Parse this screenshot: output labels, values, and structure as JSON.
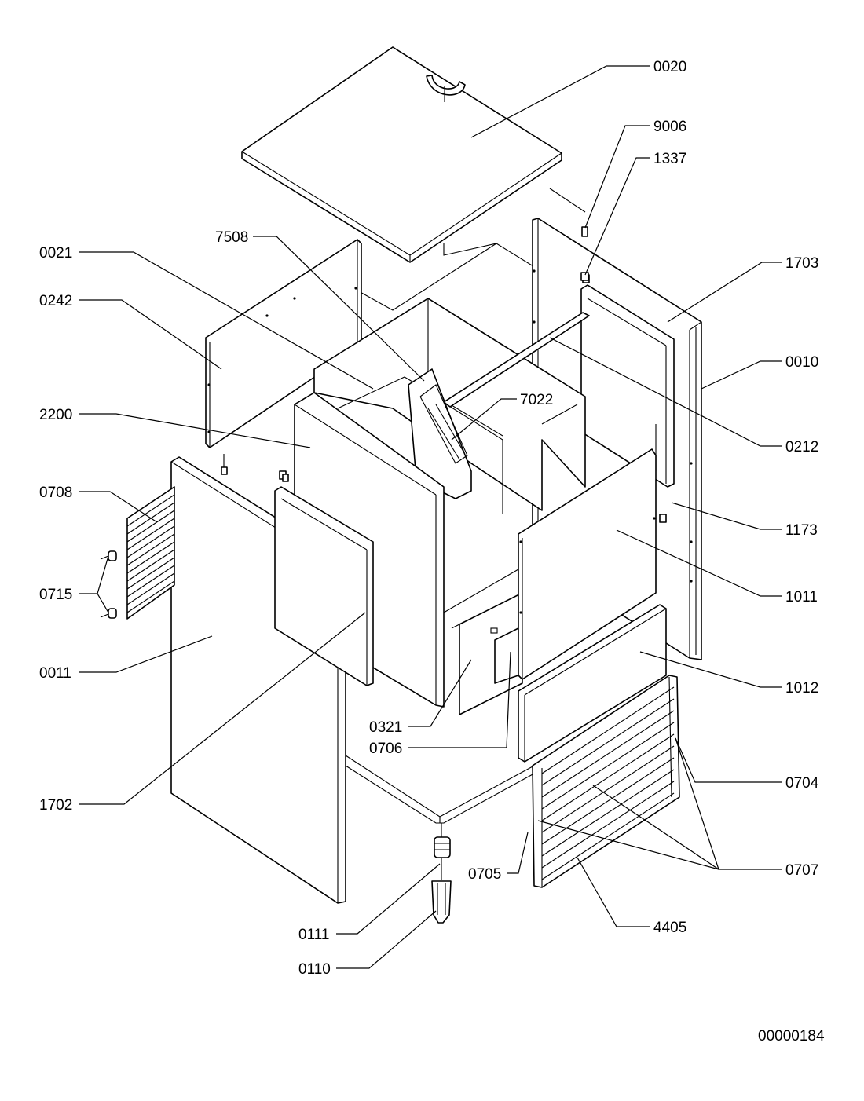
{
  "diagram": {
    "reference_number": "00000184",
    "part_labels": [
      {
        "id": "p0020",
        "text": "0020"
      },
      {
        "id": "p9006",
        "text": "9006"
      },
      {
        "id": "p1337",
        "text": "1337"
      },
      {
        "id": "p1703",
        "text": "1703"
      },
      {
        "id": "p0010",
        "text": "0010"
      },
      {
        "id": "p7022",
        "text": "7022"
      },
      {
        "id": "p0212",
        "text": "0212"
      },
      {
        "id": "p1173",
        "text": "1173"
      },
      {
        "id": "p1011",
        "text": "1011"
      },
      {
        "id": "p1012",
        "text": "1012"
      },
      {
        "id": "p0704",
        "text": "0704"
      },
      {
        "id": "p0707",
        "text": "0707"
      },
      {
        "id": "p4405",
        "text": "4405"
      },
      {
        "id": "p7508",
        "text": "7508"
      },
      {
        "id": "p0021",
        "text": "0021"
      },
      {
        "id": "p0242",
        "text": "0242"
      },
      {
        "id": "p2200",
        "text": "2200"
      },
      {
        "id": "p0708",
        "text": "0708"
      },
      {
        "id": "p0715",
        "text": "0715"
      },
      {
        "id": "p0011",
        "text": "0011"
      },
      {
        "id": "p1702",
        "text": "1702"
      },
      {
        "id": "p0321",
        "text": "0321"
      },
      {
        "id": "p0706",
        "text": "0706"
      },
      {
        "id": "p0705",
        "text": "0705"
      },
      {
        "id": "p0111",
        "text": "0111"
      },
      {
        "id": "p0110",
        "text": "0110"
      }
    ]
  }
}
